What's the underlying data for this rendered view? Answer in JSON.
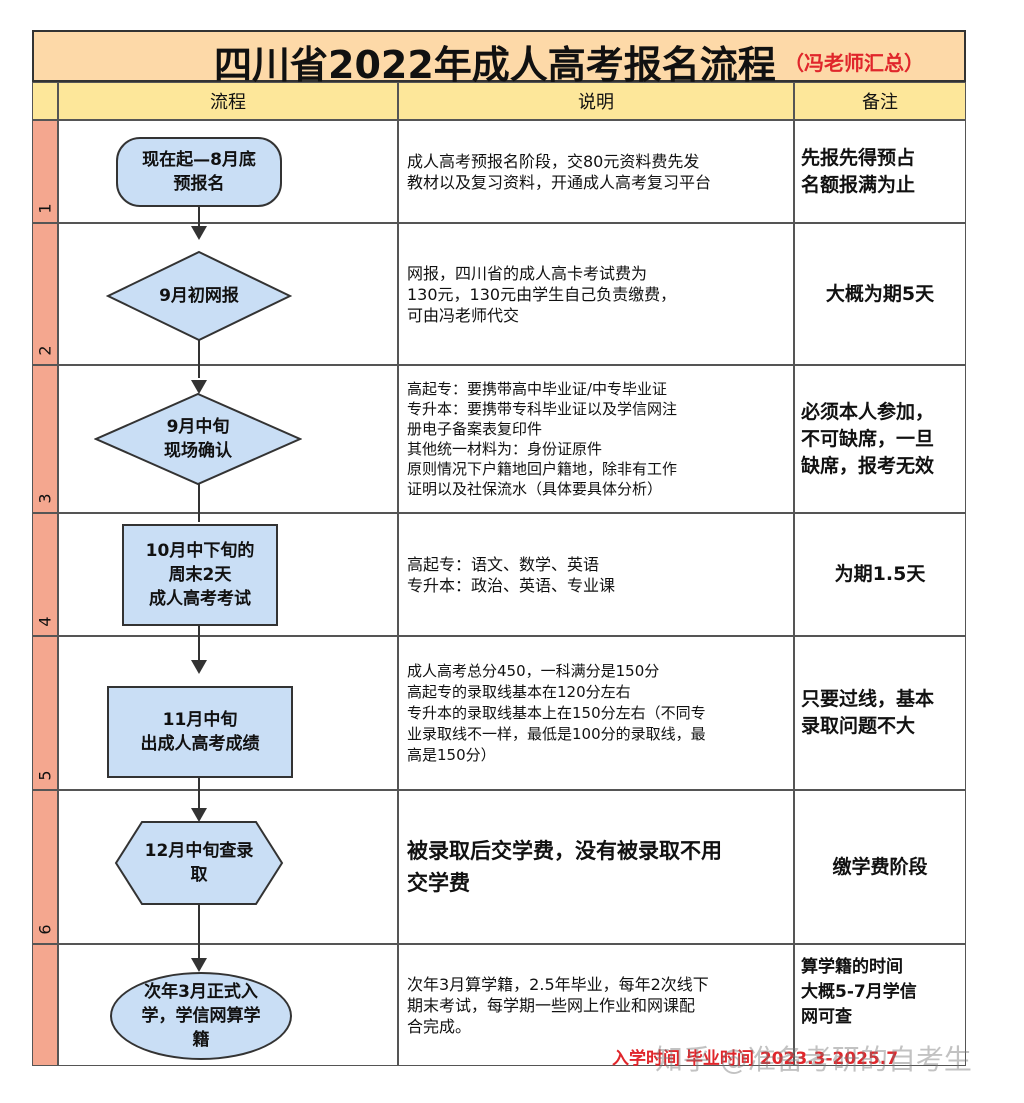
{
  "title": {
    "main": "四川省2022年成人高考报名流程",
    "sub": "（冯老师汇总）"
  },
  "headers": {
    "flow": "流程",
    "desc": "说明",
    "note": "备注"
  },
  "rows": [
    {
      "num": "1",
      "step": "现在起—8月底\n预报名",
      "desc": [
        "成人高考预报名阶段，交80元资料费先发",
        "教材以及复习资料，开通成人高考复习平台"
      ],
      "note": [
        "先报先得预占",
        "名额报满为止"
      ]
    },
    {
      "num": "2",
      "step": "9月初网报",
      "desc": [
        "网报，四川省的成人高卡考试费为",
        "130元，130元由学生自己负责缴费，",
        "可由冯老师代交"
      ],
      "note": [
        "大概为期5天"
      ]
    },
    {
      "num": "3",
      "step": "9月中旬\n现场确认",
      "desc": [
        "高起专：要携带高中毕业证/中专毕业证",
        "专升本：要携带专科毕业证以及学信网注",
        "册电子备案表复印件",
        "其他统一材料为：身份证原件",
        "原则情况下户籍地回户籍地，除非有工作",
        "证明以及社保流水（具体要具体分析）"
      ],
      "note": [
        "必须本人参加，",
        "不可缺席，一旦",
        "缺席，报考无效"
      ]
    },
    {
      "num": "4",
      "step": "10月中下旬的\n周末2天\n成人高考考试",
      "desc": [
        "高起专：语文、数学、英语",
        "专升本：政治、英语、专业课"
      ],
      "note": [
        "为期1.5天"
      ]
    },
    {
      "num": "5",
      "step": "11月中旬\n出成人高考成绩",
      "desc": [
        "成人高考总分450，一科满分是150分",
        "高起专的录取线基本在120分左右",
        "专升本的录取线基本上在150分左右（不同专",
        "业录取线不一样，最低是100分的录取线，最",
        "高是150分）"
      ],
      "note": [
        "只要过线，基本",
        "录取问题不大"
      ]
    },
    {
      "num": "6",
      "step": "12月中旬查录\n取",
      "desc": [
        "被录取后交学费，没有被录取不用",
        "交学费"
      ],
      "note": [
        "缴学费阶段"
      ]
    },
    {
      "num": "",
      "step": "次年3月正式入\n学，学信网算学\n籍",
      "desc": [
        "次年3月算学籍，2.5年毕业，每年2次线下",
        "期末考试，每学期一些网上作业和网课配",
        "合完成。"
      ],
      "note": [
        "算学籍的时间",
        "大概5-7月学信",
        "网可查"
      ]
    }
  ],
  "footnote": "入学时间 毕业时间 2023.3-2025.7",
  "watermark": "知乎 @准备考研的自考生"
}
